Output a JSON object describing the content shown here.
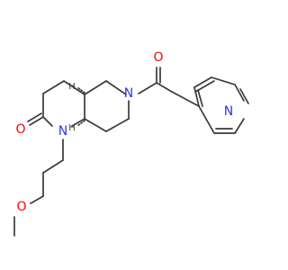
{
  "colors": {
    "bond": "#3a3a3a",
    "nitrogen": "#2e34f5",
    "oxygen": "#ff0000"
  },
  "atoms": {
    "n_pyridine": "N",
    "n_amide": "N",
    "n_lactam": "N",
    "o_ketone": "O",
    "o_lactam": "O",
    "o_ether": "O",
    "h_top": "H",
    "h_bottom": "H"
  }
}
